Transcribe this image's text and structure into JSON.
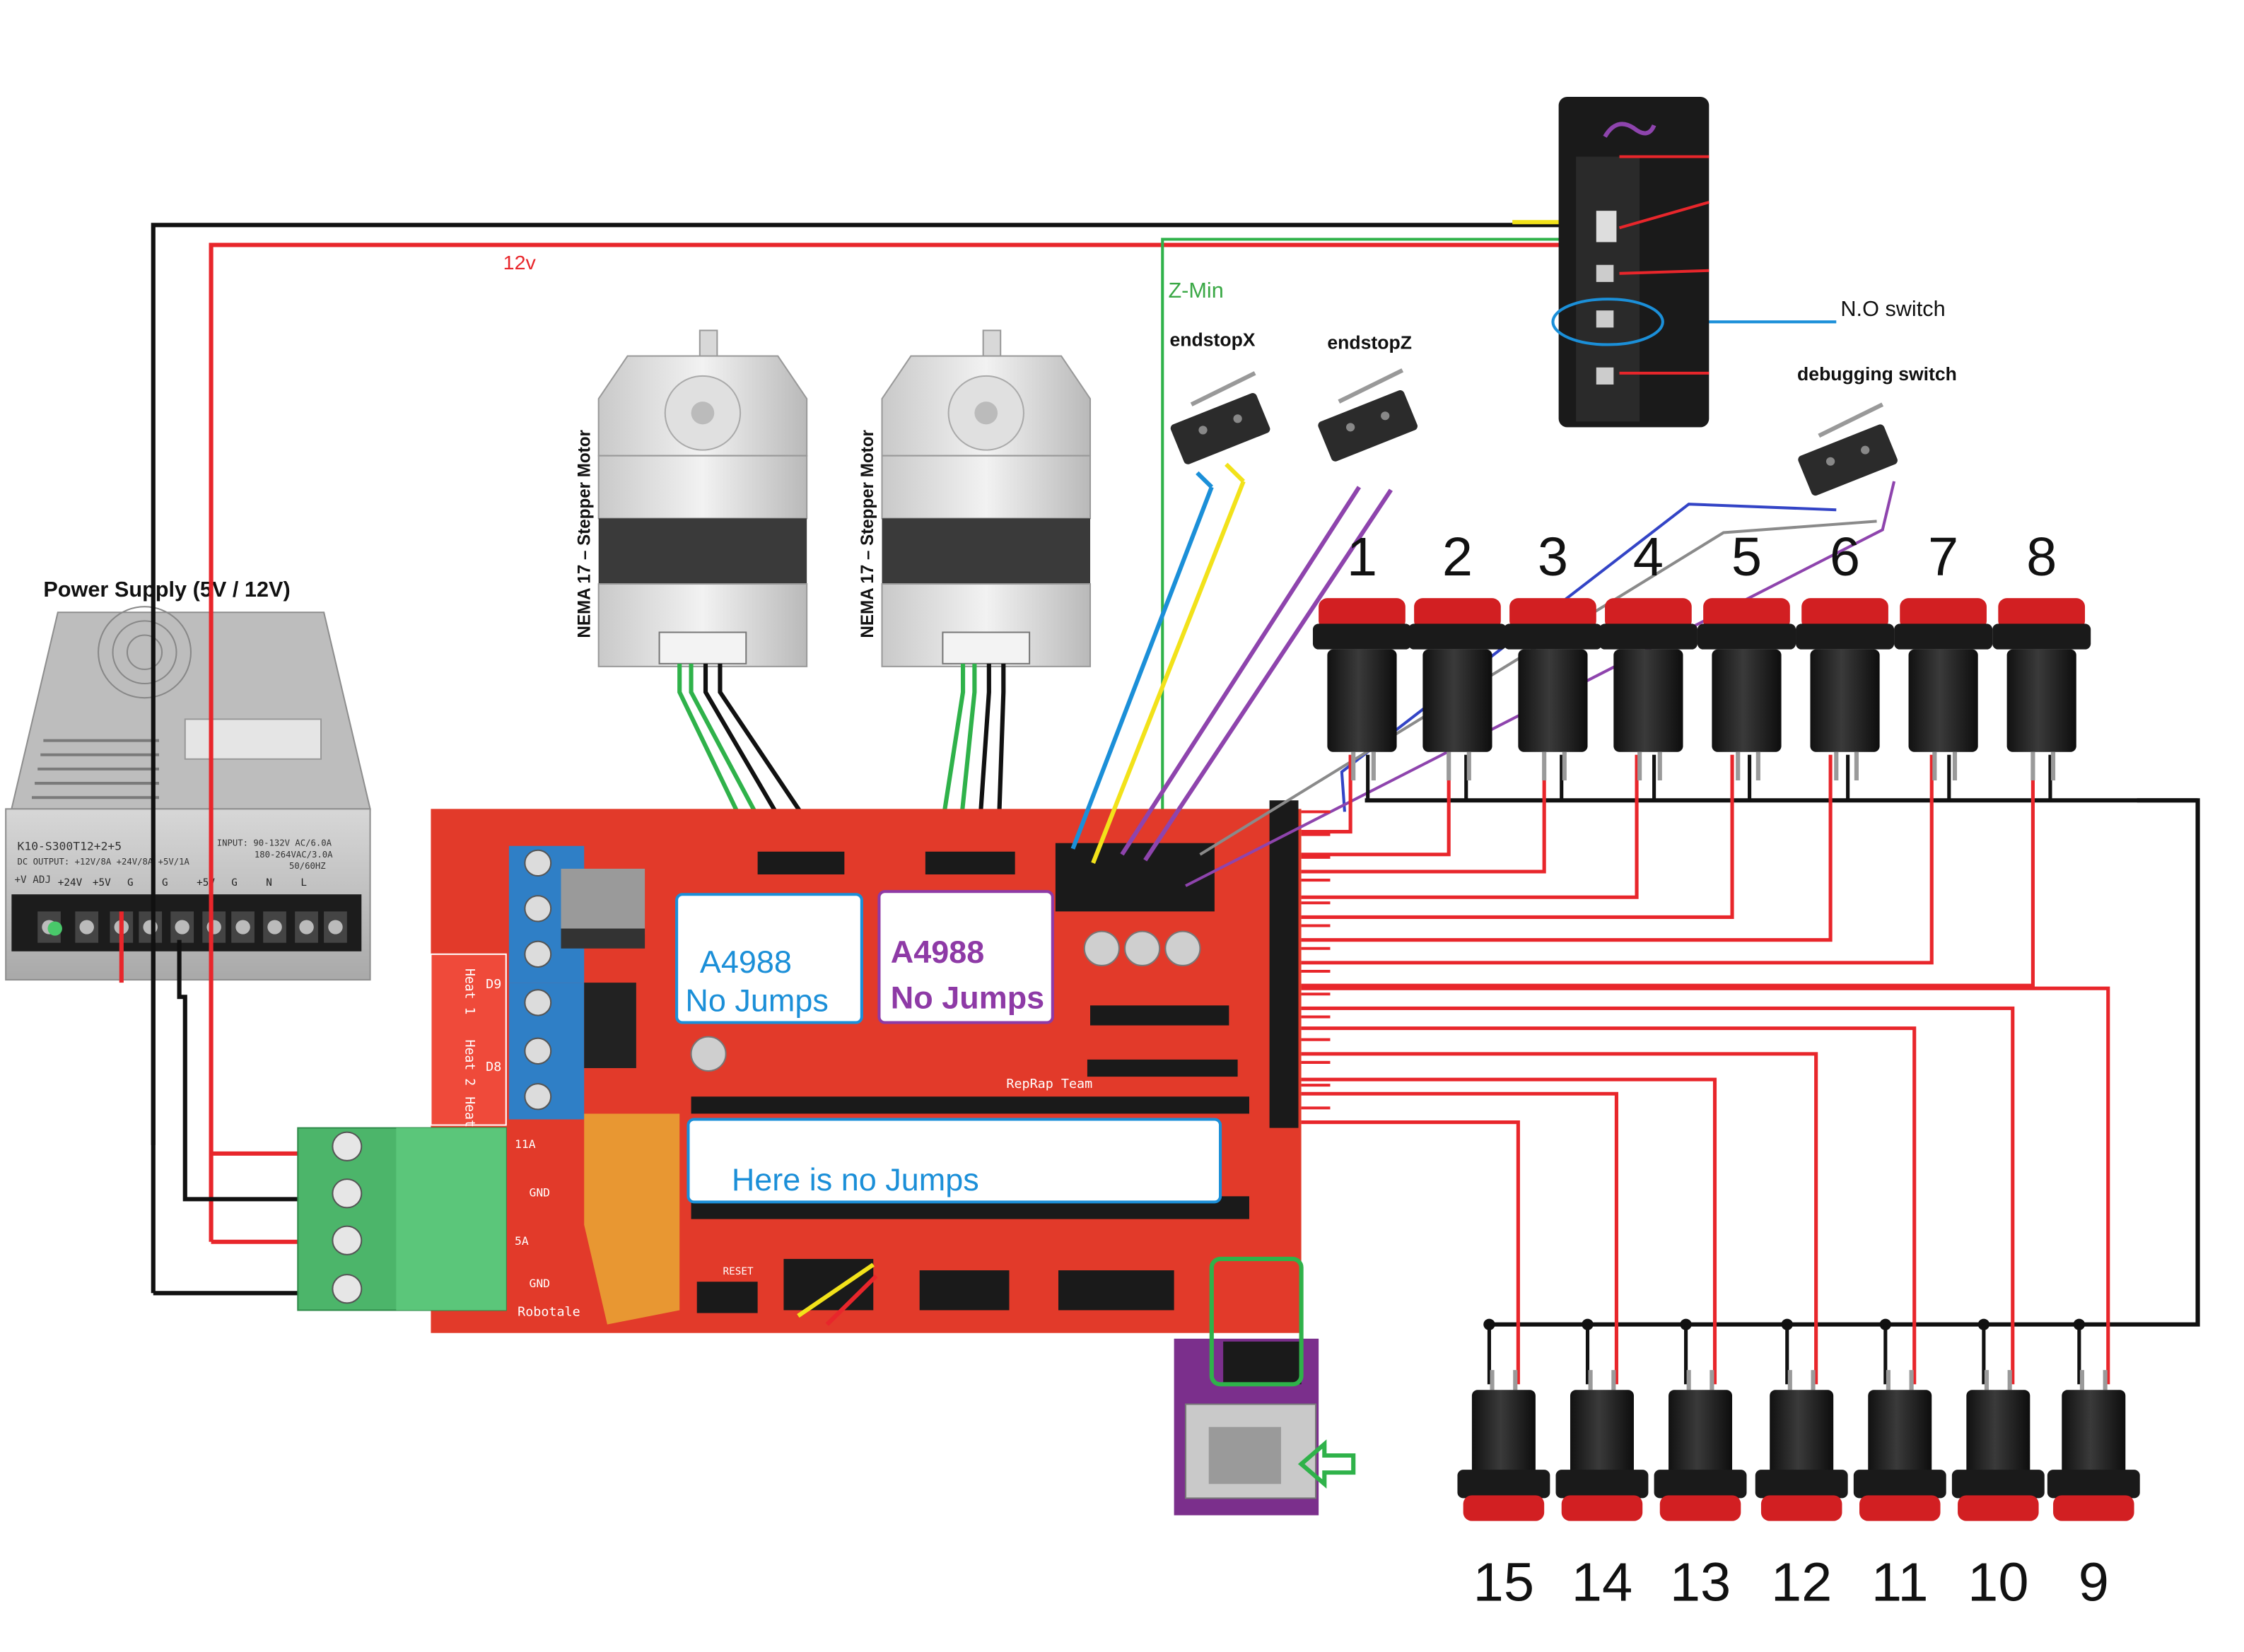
{
  "labels": {
    "v12": "12v",
    "zmin": "Z-Min",
    "endstop_x": "endstopX",
    "endstop_z": "endstopZ",
    "debug_switch": "debugging switch",
    "no_switch": "N.O switch",
    "power_supply": "Power Supply (5V / 12V)",
    "motor1": "NEMA 17 – Stepper Motor",
    "motor2": "NEMA 17 – Stepper Motor",
    "driver1_title": "A4988",
    "driver1_sub": "No Jumps",
    "driver2_title": "A4988",
    "driver2_sub": "No Jumps",
    "no_jumps_box": "Here is no Jumps",
    "psu_model": "K10-S300T12+2+5",
    "psu_input": "INPUT: 90-132V AC/6.0A",
    "psu_input2": "180-264VAC/3.0A",
    "psu_output": "DC OUTPUT: +12V/8A +24V/8A +5V/1A",
    "psu_freq": "50/60HZ",
    "psu_adj": "+V ADJ",
    "psu_terms": [
      "+24V",
      "+5V",
      "G",
      "G",
      "+5V",
      "G",
      "N",
      "L"
    ],
    "board_brand": "Robotale",
    "board_heat1": "Heat 1",
    "board_heat2": "Heat 2",
    "board_heatbed": "Heat Bed",
    "board_d9": "D9",
    "board_d8": "D8",
    "board_gnd1": "GND",
    "board_gnd2": "GND",
    "board_11a": "11A",
    "board_5a": "5A",
    "board_team": "RepRap Team",
    "board_reset": "RESET"
  },
  "top_buttons": [
    "1",
    "2",
    "3",
    "4",
    "5",
    "6",
    "7",
    "8"
  ],
  "bottom_buttons": [
    "15",
    "14",
    "13",
    "12",
    "11",
    "10",
    "9"
  ],
  "colors": {
    "wire_red": "#e8262b",
    "wire_black": "#111111",
    "wire_green": "#2fb24a",
    "wire_blue": "#1b8fd8",
    "wire_yellow": "#f2e21a",
    "wire_purple": "#8e44ad",
    "wire_navy": "#3344c6",
    "wire_gray": "#8a8a8a",
    "board_red": "#e23a2a",
    "label_blue": "#1b8fd8",
    "label_purple": "#8e3aa6",
    "label_green": "#3aa845",
    "button_red": "#d21f22",
    "terminal_green": "#4cb56a",
    "terminal_blue": "#2f7fc6"
  }
}
